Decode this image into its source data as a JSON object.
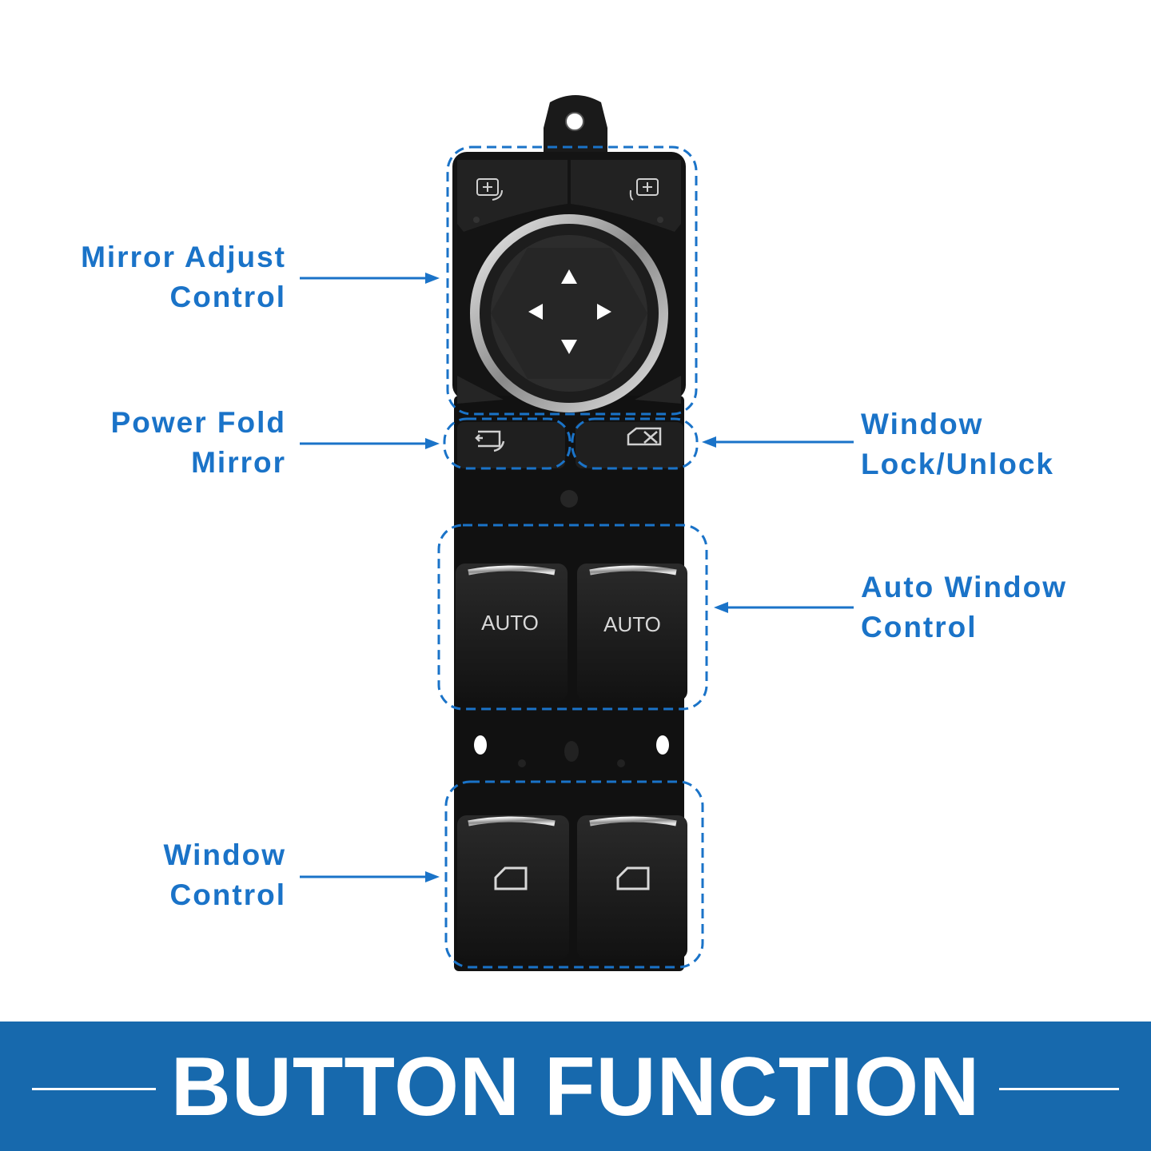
{
  "colors": {
    "accent": "#1a73c8",
    "banner": "#1769ad",
    "device": "#141414"
  },
  "callouts": {
    "mirror_adjust": [
      "Mirror Adjust",
      "Control"
    ],
    "power_fold": [
      "Power Fold",
      "Mirror"
    ],
    "window_lock": [
      "Window",
      "Lock/Unlock"
    ],
    "auto_window": [
      "Auto Window",
      "Control"
    ],
    "window_control": [
      "Window",
      "Control"
    ]
  },
  "switch": {
    "auto_left": "AUTO",
    "auto_right": "AUTO",
    "icons": [
      "mirror-select-left-icon",
      "mirror-select-right-icon",
      "arrow-up-icon",
      "arrow-down-icon",
      "arrow-left-icon",
      "arrow-right-icon",
      "power-fold-icon",
      "window-lock-icon",
      "window-icon"
    ]
  },
  "banner": {
    "title": "BUTTON FUNCTION"
  }
}
